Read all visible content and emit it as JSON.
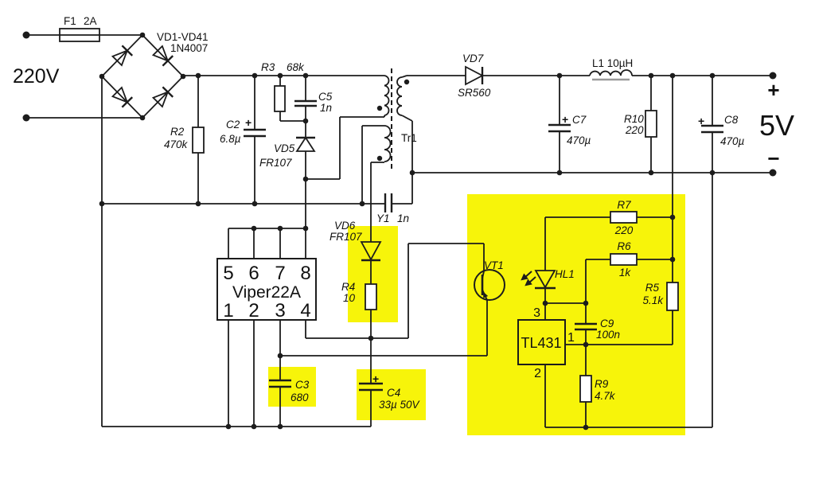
{
  "colors": {
    "wire": "#1c1c1c",
    "highlight": "#f7f40a",
    "core_shade": "#999999",
    "background": "#ffffff"
  },
  "input": {
    "voltage": "220V"
  },
  "output": {
    "plus": "+",
    "voltage": "5V",
    "minus": "−"
  },
  "components": {
    "f1": {
      "ref": "F1",
      "value": "2A"
    },
    "bridge": {
      "ref": "VD1-VD41",
      "value": "1N4007"
    },
    "r2": {
      "ref": "R2",
      "value": "470k"
    },
    "c2": {
      "ref": "C2",
      "value": "6.8µ",
      "polarity": "+"
    },
    "r3": {
      "ref": "R3",
      "value": "68k"
    },
    "c5": {
      "ref": "C5",
      "value": "1n"
    },
    "vd5": {
      "ref": "VD5",
      "value": "FR107"
    },
    "tr1": {
      "ref": "Tr1"
    },
    "y1": {
      "ref": "Y1",
      "value": "1n"
    },
    "vd6": {
      "ref": "VD6",
      "value": "FR107"
    },
    "r4": {
      "ref": "R4",
      "value": "10"
    },
    "c3": {
      "ref": "C3",
      "value": "680"
    },
    "c4": {
      "ref": "C4",
      "value": "33µ 50V",
      "polarity": "+"
    },
    "vd7": {
      "ref": "VD7",
      "value": "SR560"
    },
    "l1": {
      "ref": "L1 10µH"
    },
    "c7": {
      "ref": "C7",
      "value": "470µ",
      "polarity": "+"
    },
    "r10": {
      "ref": "R10",
      "value": "220"
    },
    "c8": {
      "ref": "C8",
      "value": "470µ",
      "polarity": "+"
    },
    "vt1": {
      "ref": "VT1"
    },
    "hl1": {
      "ref": "HL1"
    },
    "r7": {
      "ref": "R7",
      "value": "220"
    },
    "r6": {
      "ref": "R6",
      "value": "1k"
    },
    "r5": {
      "ref": "R5",
      "value": "5.1k"
    },
    "c9": {
      "ref": "C9",
      "value": "100n"
    },
    "r9": {
      "ref": "R9",
      "value": "4.7k"
    }
  },
  "ics": {
    "viper": {
      "name": "Viper22A",
      "top_pins": [
        "5",
        "6",
        "7",
        "8"
      ],
      "bottom_pins": [
        "1",
        "2",
        "3",
        "4"
      ]
    },
    "tl431": {
      "name": "TL431",
      "pin_cathode": "3",
      "pin_ref": "1",
      "pin_anode": "2"
    }
  }
}
